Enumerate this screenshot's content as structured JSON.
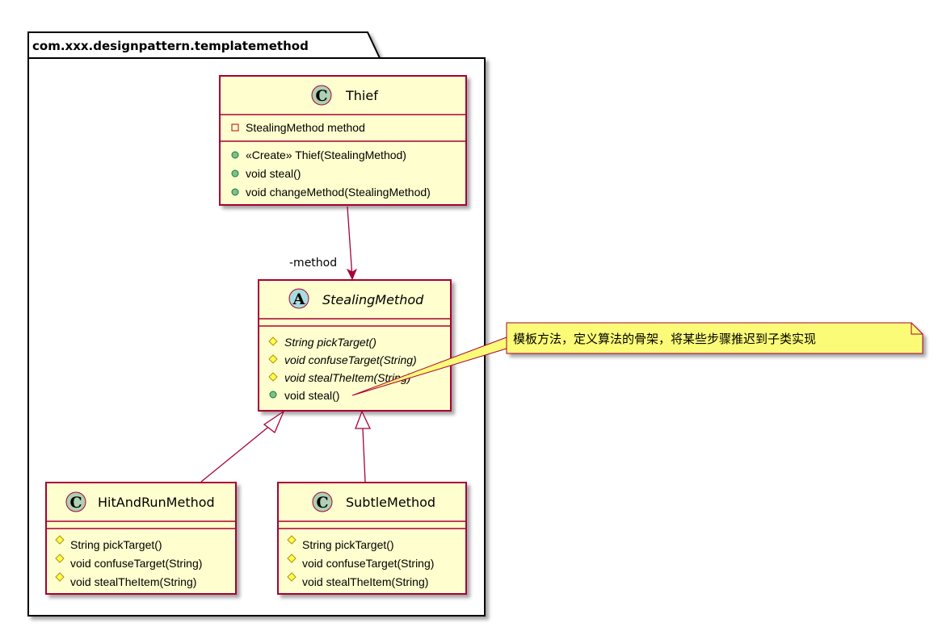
{
  "package": {
    "name": "com.xxx.designpattern.templatemethod"
  },
  "colors": {
    "class_fill": "#FEFECE",
    "class_border": "#A80036",
    "note_fill": "#FBFB77",
    "class_stereo_fill": "#ADD1B2",
    "abstract_stereo_fill": "#A9DCDF",
    "public_dot": "#84BE84",
    "protected_diamond": "#FFFF44"
  },
  "classes": {
    "thief": {
      "kind": "C",
      "name": "Thief",
      "fields": [
        "StealingMethod method"
      ],
      "methods": [
        "«Create» Thief(StealingMethod)",
        "void steal()",
        "void changeMethod(StealingMethod)"
      ]
    },
    "stealing": {
      "kind": "A",
      "name": "StealingMethod",
      "methods": [
        "String pickTarget()",
        "void confuseTarget(String)",
        "void stealTheItem(String)",
        "void steal()"
      ]
    },
    "hitandrun": {
      "kind": "C",
      "name": "HitAndRunMethod",
      "methods": [
        "String pickTarget()",
        "void confuseTarget(String)",
        "void stealTheItem(String)"
      ]
    },
    "subtle": {
      "kind": "C",
      "name": "SubtleMethod",
      "methods": [
        "String pickTarget()",
        "void confuseTarget(String)",
        "void stealTheItem(String)"
      ]
    }
  },
  "association": {
    "role": "-method"
  },
  "note": {
    "text": "模板方法，定义算法的骨架，将某些步骤推迟到子类实现"
  }
}
